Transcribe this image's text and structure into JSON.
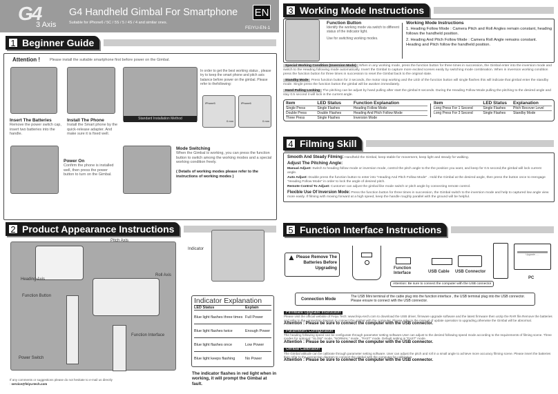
{
  "header": {
    "logo": "G4",
    "logo_sub": "3 Axis",
    "title": "G4 Handheld Gimbal For Smartphone",
    "subtitle": "Suitable for iPhone6 / 5C / 5S / 5 / 4S / 4  and similar ones.",
    "lang": "EN",
    "code": "FEIYU-EN-1"
  },
  "s1": {
    "num": "1",
    "title": "Beginner Guide",
    "attention": "Attention !",
    "attention_text": "Please install the suitable smartphone first before power on the Gimbal.",
    "side_note": "In order to get the best working status , please try to keep the smart phone and pitch axis balance before power on the gimbal. Please refer to thefollowing:",
    "std_label": "Standard Installation Method",
    "phone5": "iPhone5",
    "phone6": "iPhone6",
    "mm": "0 mm",
    "steps": [
      {
        "title": "Insert The Batteries",
        "text": "Remove the power switch cap, insert two batteries into the handle."
      },
      {
        "title": "Install The Phone",
        "text": "Install the Smart phone by the quick-release adapter. And make sure it is fixed well."
      },
      {
        "title": "Power On",
        "text": "Confirm the phone is installed well, then press the power button to turn on the Gimbal."
      },
      {
        "title": "Mode Switching",
        "text": "When the Gimbal is working, you can press the function button to switch among the working modes and a special working condition freely.",
        "note": "( Details of working modes please refer to the instructions of working modes )"
      }
    ]
  },
  "s2": {
    "num": "2",
    "title": "Product Appearance Instructions",
    "labels": {
      "pitch": "Pitch Axis",
      "heading": "Heading Axis",
      "func": "Function Button",
      "power": "Power Switch",
      "roll": "Roll Axis",
      "iface": "Function Interface",
      "indicator": "Indicator"
    },
    "ind_title": "Indicator Explanation",
    "ind_head": [
      "LED Status",
      "Explain"
    ],
    "ind_rows": [
      [
        "Blue light flashes three times",
        "Full Power"
      ],
      [
        "Blue light flashes twice",
        "Enough Power"
      ],
      [
        "Blue light flashes once",
        "Low Power"
      ],
      [
        "Blue light keeps flashing",
        "No Power"
      ]
    ],
    "ind_note": "The indicator flashes in red light when in working, it will prompt the Gimbal at fault.",
    "footer": "If any comments or suggestions please do not hesitate to e-mail us directly :",
    "email": "service@feiyu-tech.com"
  },
  "s3": {
    "num": "3",
    "title": "Working Mode Instructions",
    "fb_title": "Function Button",
    "fb_text": "Identify the working mode via switch to different status of the indicator light.",
    "fb_text2": "Use for switching working modes.",
    "wm_title": "Working Mode Instructions",
    "wm1": "1. Heading Follow Mode : Camera Pitch and Roll Angles remain constant,  heading follows the handheld position.",
    "wm2": "2. Heading And Pitch Follow Mode : Camera Roll Angle remains constant.  Heading and Pitch follow the handheld position.",
    "special_tag": "Special Working Condition (Inversion Mode)",
    "special": "When in any working mode, press the function button for three times in succession, the Gimbal enter into the inversion mode and switch to the Heading following mode automatically. Invert the Gimbal to capture more excited scenes easily by switching mode combination. When in inversion working condition press the function button for three times in succession to reset the Gimbal back to the original state.",
    "standby_tag": "Standby Mode",
    "standby": "Press function button for 3 seconds, the motor stop working and the LED of the function button will single flashes this will indicate that gimbal enter the standby mode. Single press the function button the gimbal will be awoken immediately.",
    "hand_tag": "Hand Pulling Locking",
    "hand": "The pitching can be adjust by hand pulling after start the gimbal 8 seconds. During the Heading Follow Mode pulling the pitching to the desired angle and stay 0.5 second it will lock in the current angle.",
    "t1_head": [
      "Item",
      "LED Status",
      "Function Explanation"
    ],
    "t1": [
      [
        "Single Press",
        "Single Flashes",
        "Heading Follow Mode"
      ],
      [
        "Double Press",
        "Double Flashes",
        "Heading And Pitch Follow Mode"
      ],
      [
        "Three Press",
        "Single Flashes",
        "Inversion Mode"
      ]
    ],
    "t2_head": [
      "Item",
      "LED Status",
      "Explanation"
    ],
    "t2": [
      [
        "Long Press For 1 Second",
        "Single Flashes",
        "Pitch Recover Level"
      ],
      [
        "Long Press For 3 Second",
        "Single Flashes",
        "Standby Mode"
      ]
    ]
  },
  "s4": {
    "num": "4",
    "title": "Filming Skill",
    "smooth_l": "Smooth And Steady Filming:",
    "smooth": "Handheld the Gimbal, keep stable for movement, keep light and steady for walking.",
    "adjust": "Adjust The Pitching Angle:",
    "manual_l": "Manual Adjust:",
    "manual": "Switch to heading follow mode or inversion mode, control the pitch angle to the the position you want, and keep for 0.5 second,the gimbal will lock current angle.",
    "auto_l": "Auto Adjust:",
    "auto": "Double press the function button to enter into  \"Heading And Pitch Follow Mode\" . Hold the Gimbal at the desired angle, then press the button once to reengage  \"Heading Follow  Mode\"  in order to lock the angle of desired pitch.",
    "remote_l": "Remote Control To Adjust:",
    "remote": "Customer can adjust the gimbal like mode switch or pitch angle by connecting remote control.",
    "flex_l": "Flexible Use Of Inversion Mode:",
    "flex": "Press the function button for three times in succession, the Gimbal switch to the inversion mode and help to captured low angle view more easily. If filming with moving forward at a high speed, keep the handle roughly parallel with the ground will be helpful."
  },
  "s5": {
    "num": "5",
    "title": "Function Interface Instructions",
    "warn": "Please Remove The Batteries Before Upgrading",
    "fi": "Function Interface",
    "cable": "USB Cable",
    "conn": "USB Connector",
    "pc": "PC",
    "upgrade": "Upgrade......",
    "attention": "Attention: Be sure to connect the computer with the USB connector",
    "cm_label": "Connection Mode",
    "cm_text": "The USB Mini terminal of the cable plug into the function interface , the USB terminal plug into the USB connector. Please ensure to connect with the USB connector.",
    "sections": [
      {
        "title": "Firmware Upgrade Instruction",
        "text": "Please visit the official website of Feiyu Tech: www.feiyu-tech.com to download the USB driver, firmware upgrade software and the latest firmware then unzip the RAR file.Remove the batteries and refer to the connection diagram to connect the gimbal with the computer. Please refer to the manual of update operation to upgrading,otherwise the Gimbal will be abnormal.",
        "att": "Attention : Please be sure to connect the computer with the USB connector."
      },
      {
        "title": "Parameters Configuration",
        "text": "The heading following speed can be configurate through parameter setting software.User can adjust to the desired following speed mode according to the requirements of filming scene. Three modes for optional: \"SLOW\" mode, \"NORMAL\" mode , \"FAST\" mode. Default setting is \"FAST\" mode.",
        "att": "Attention : Please be sure to connect the computer with the USB connector."
      },
      {
        "title": "Gimbal Calibration",
        "text": "The Gimbal attitude can be calibrate through parameter setting software. User can adjust the pitch and roll in a small angle to achieve more accuracy filming scene. Please insert the batteries then refer to the connection diagram to connect the gimbal with the computer for calibration.",
        "att": "Attention : Please be sure to connect the computer with the USB connector."
      }
    ]
  }
}
